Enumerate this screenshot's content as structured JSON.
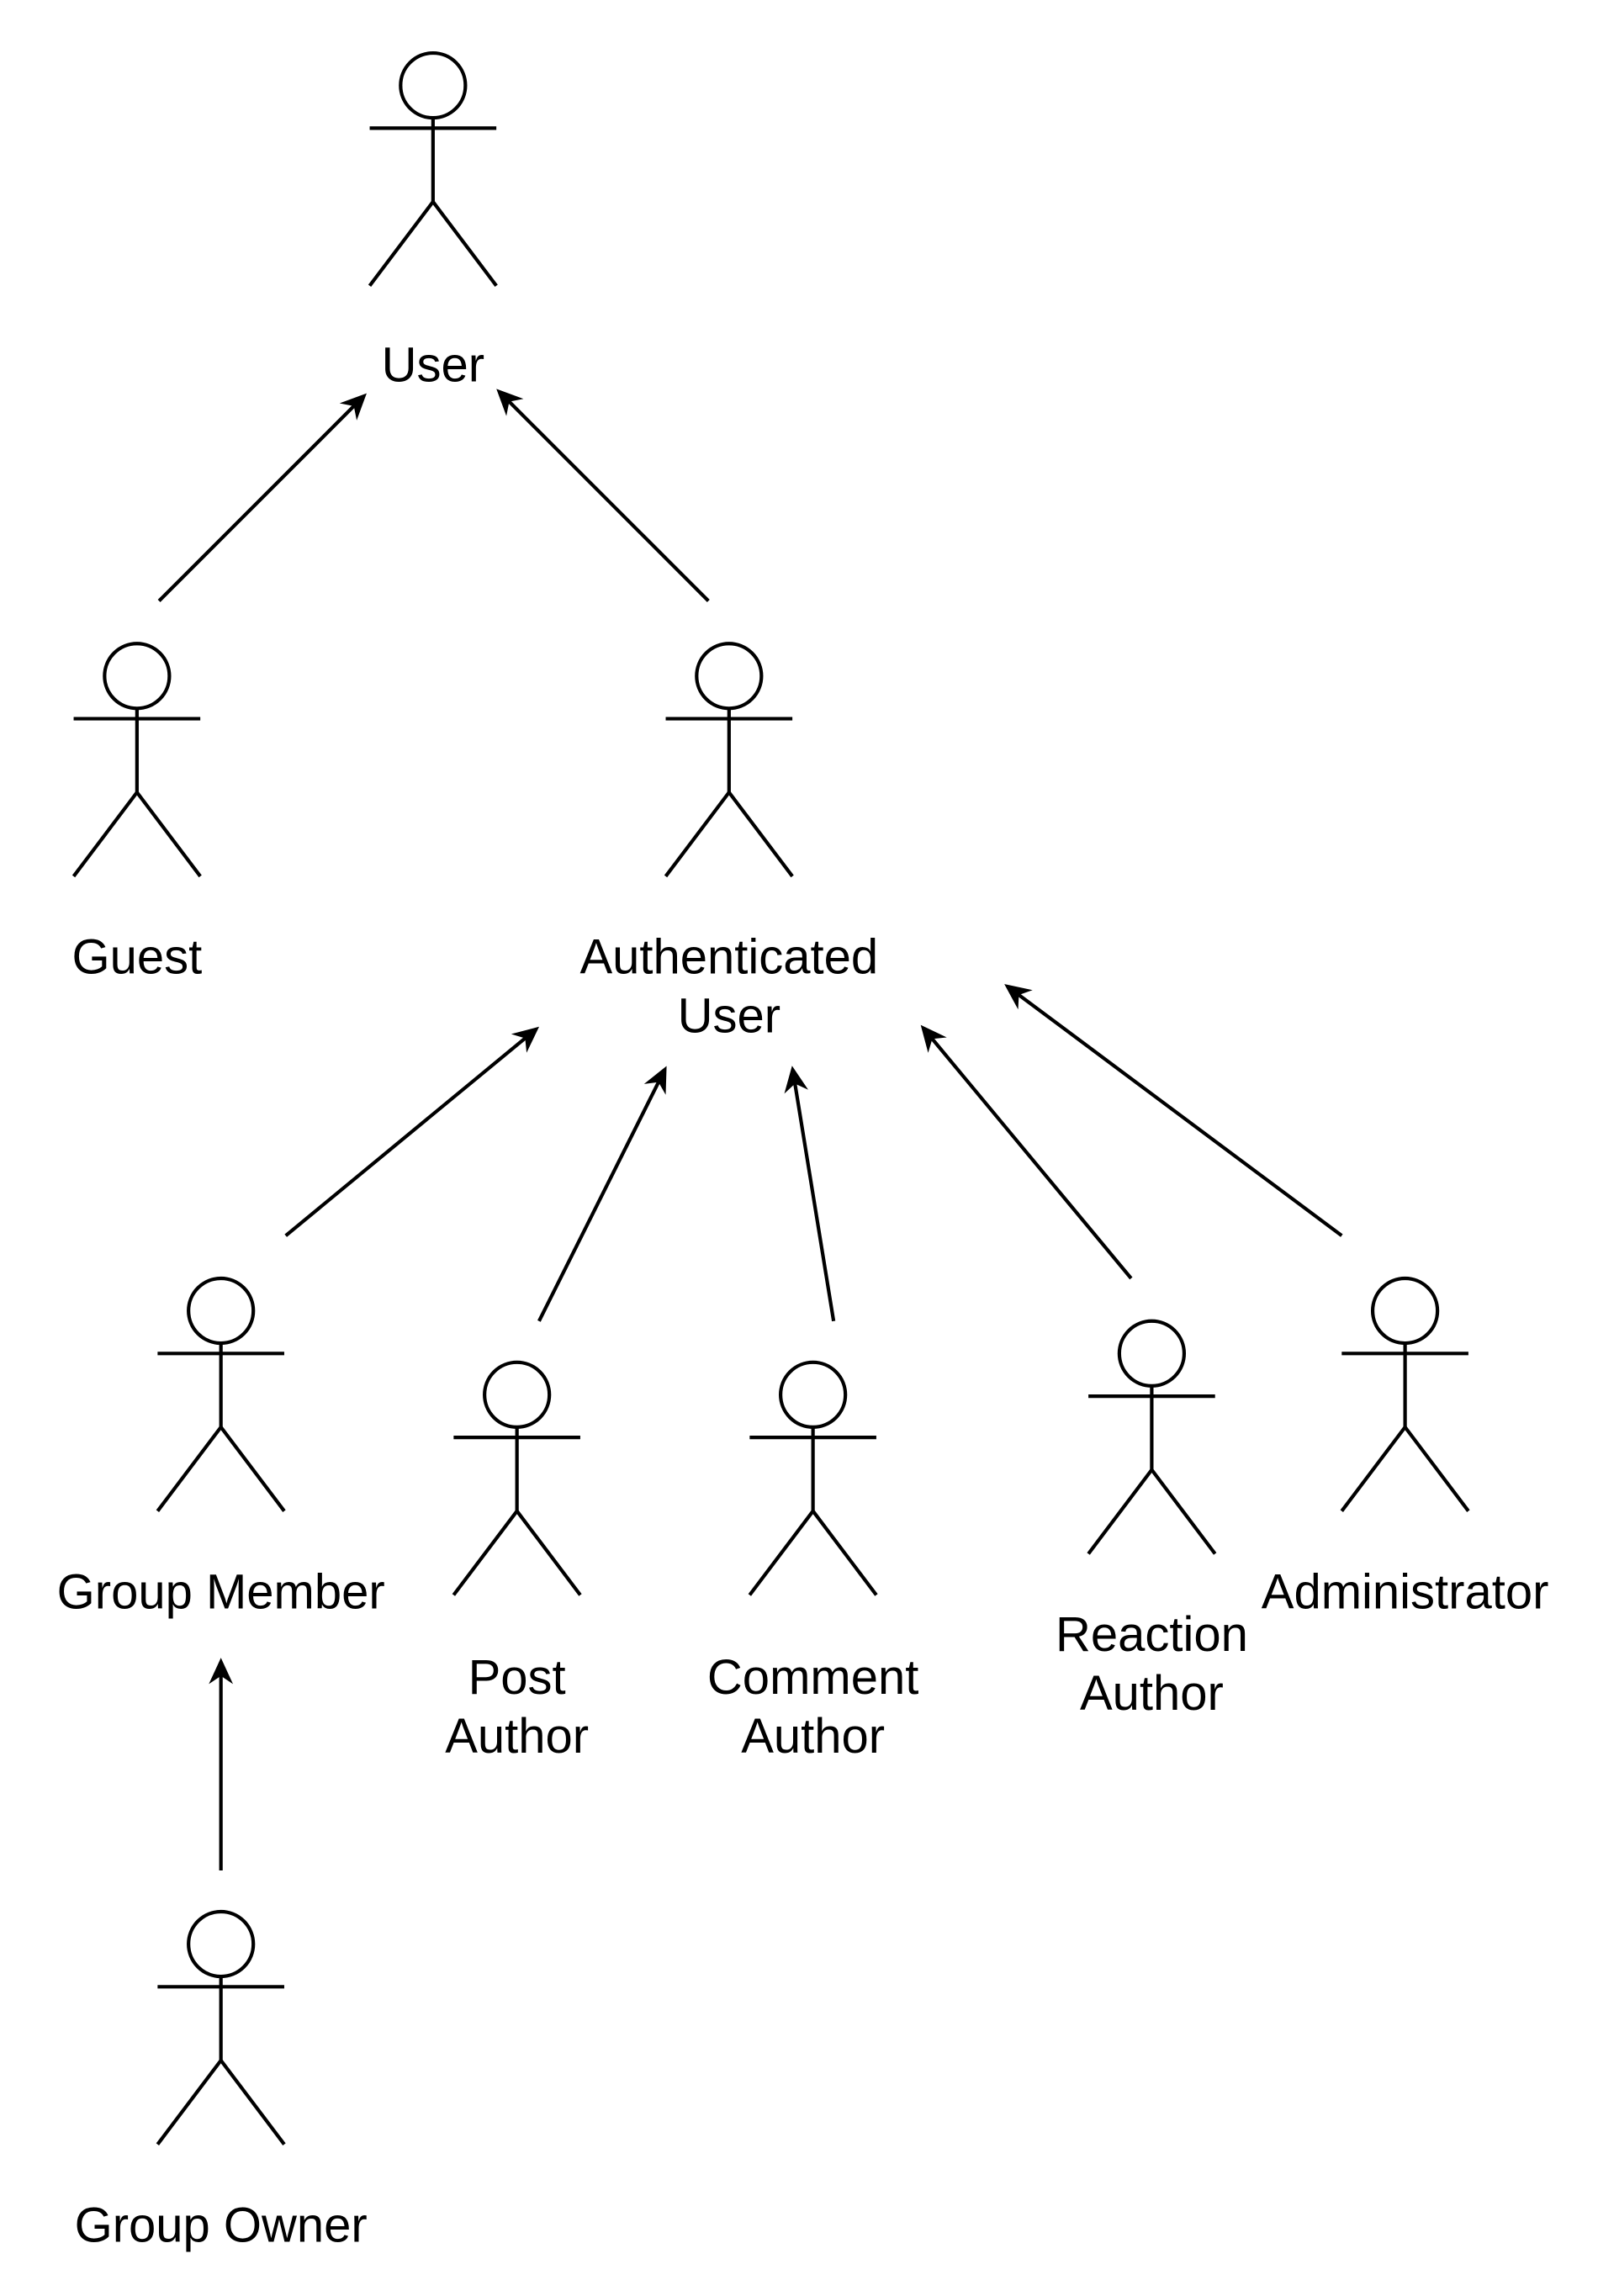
{
  "diagram": {
    "type": "uml-use-case-actor-generalization",
    "actors": [
      {
        "id": "user",
        "label_lines": [
          "User"
        ]
      },
      {
        "id": "guest",
        "label_lines": [
          "Guest"
        ]
      },
      {
        "id": "authenticated_user",
        "label_lines": [
          "Authenticated",
          "User"
        ]
      },
      {
        "id": "group_member",
        "label_lines": [
          "Group Member"
        ]
      },
      {
        "id": "post_author",
        "label_lines": [
          "Post",
          "Author"
        ]
      },
      {
        "id": "comment_author",
        "label_lines": [
          "Comment",
          "Author"
        ]
      },
      {
        "id": "reaction_author",
        "label_lines": [
          "Reaction",
          "Author"
        ]
      },
      {
        "id": "administrator",
        "label_lines": [
          "Administrator"
        ]
      },
      {
        "id": "group_owner",
        "label_lines": [
          "Group Owner"
        ]
      }
    ],
    "generalizations": [
      {
        "from": "guest",
        "to": "user"
      },
      {
        "from": "authenticated_user",
        "to": "user"
      },
      {
        "from": "group_member",
        "to": "authenticated_user"
      },
      {
        "from": "post_author",
        "to": "authenticated_user"
      },
      {
        "from": "comment_author",
        "to": "authenticated_user"
      },
      {
        "from": "reaction_author",
        "to": "authenticated_user"
      },
      {
        "from": "administrator",
        "to": "authenticated_user"
      },
      {
        "from": "group_owner",
        "to": "group_member"
      }
    ],
    "colors": {
      "stroke": "#000000",
      "background": "#ffffff"
    },
    "icons": {
      "actor": "stick-figure-icon",
      "arrow": "arrowhead-icon"
    }
  }
}
